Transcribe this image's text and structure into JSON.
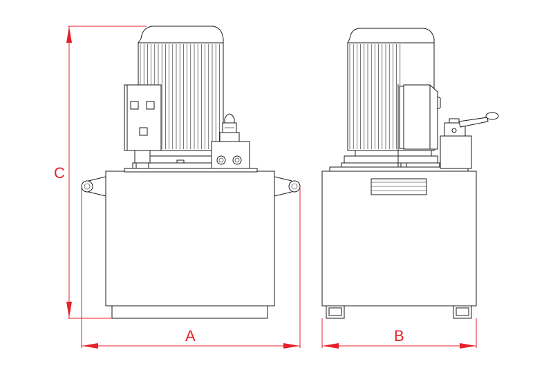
{
  "diagram": {
    "dimension_labels": {
      "width_front": "A",
      "width_side": "B",
      "height": "C"
    },
    "colors": {
      "outline": "#1a1a1a",
      "dimension": "#e8202a",
      "background": "#ffffff"
    },
    "views": [
      "front-view",
      "side-view"
    ],
    "icons": [
      "hydraulic-pump-unit-icon",
      "electric-motor-icon",
      "control-box-icon",
      "valve-block-icon",
      "pressure-gauge-icon",
      "handle-lever-icon"
    ]
  }
}
